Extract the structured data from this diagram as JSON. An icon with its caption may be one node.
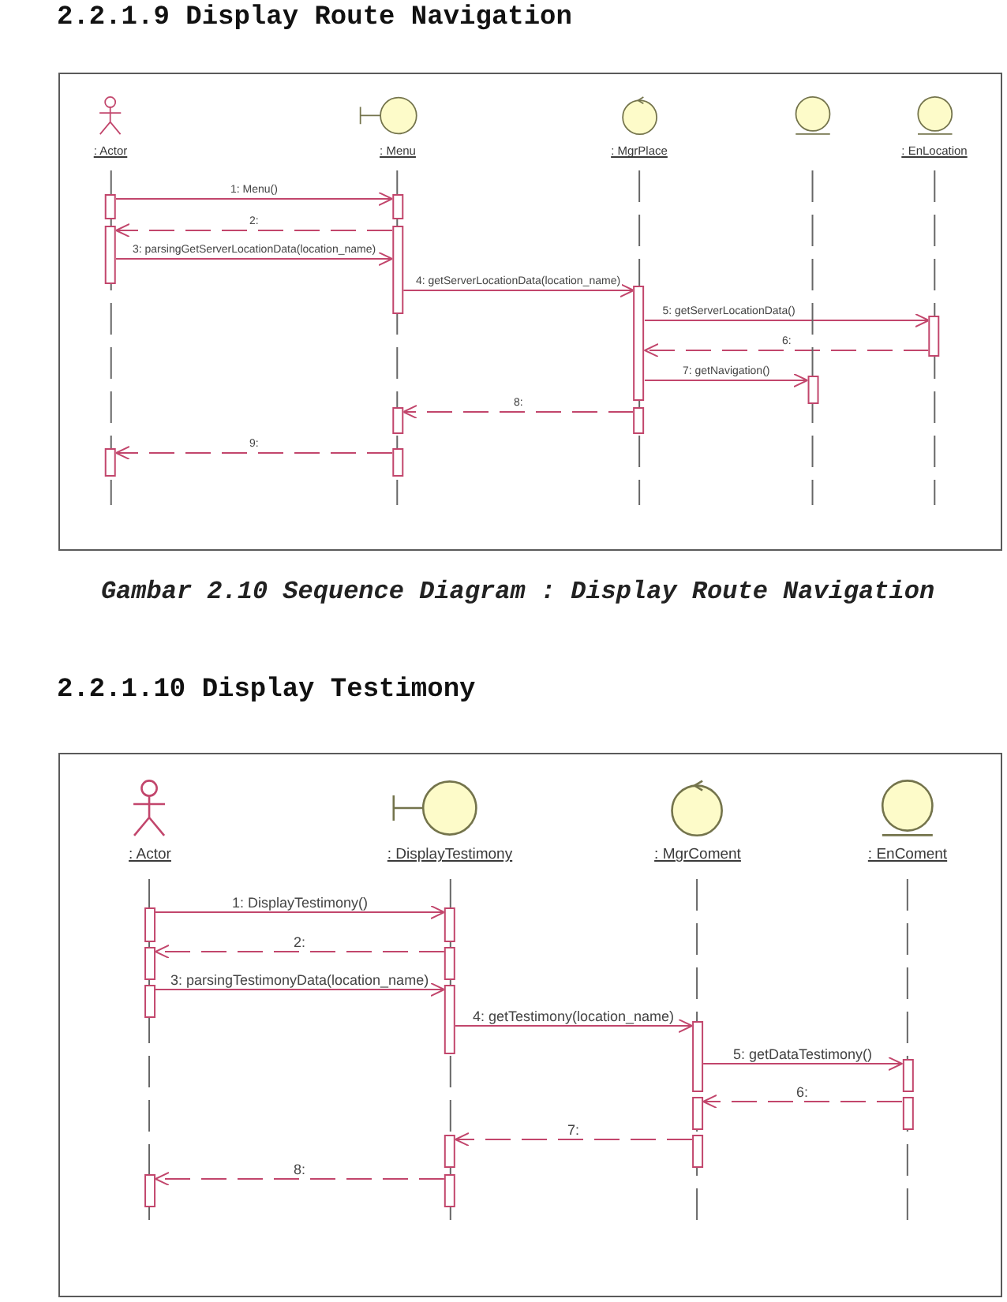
{
  "diagram": {
    "title": "2.2.1.9 Display Route Navigation",
    "caption": "Gambar 2.10 Sequence Diagram : Display Route Navigation",
    "nodes": [
      {
        "text": [
          ": Actor"
        ]
      },
      {
        "text": [],
        "shape": "bar",
        "in": 0
      },
      {
        "text": [],
        "shape": "bar",
        "in": 0
      },
      {
        "text": [],
        "shape": "bar",
        "in": 0
      },
      {
        "text": [
          ": Menu"
        ]
      },
      {
        "text": [],
        "shape": "bar",
        "in": 4
      },
      {
        "text": [],
        "shape": "bar",
        "in": 4
      },
      {
        "text": [],
        "shape": "bar",
        "in": 4
      },
      {
        "text": [],
        "shape": "bar",
        "in": 4
      },
      {
        "text": [
          ": MgrPlace"
        ]
      },
      {
        "text": [],
        "shape": "bar",
        "in": 9
      },
      {
        "text": [],
        "shape": "bar",
        "in": 9
      },
      {
        "text": [],
        "shape": "circle"
      },
      {
        "text": [],
        "shape": "bar",
        "in": 12
      },
      {
        "text": [
          ": EnLocation"
        ]
      },
      {
        "text": [],
        "shape": "bar",
        "in": 14
      },
      {
        "text": [
          ": Actor"
        ]
      },
      {
        "text": [],
        "shape": "bar",
        "in": 16
      },
      {
        "text": [],
        "shape": "bar",
        "in": 16
      },
      {
        "text": [],
        "shape": "bar",
        "in": 16
      },
      {
        "text": [],
        "shape": "bar",
        "in": 16
      },
      {
        "text": [
          ": DisplayTestimony"
        ]
      },
      {
        "text": [],
        "shape": "bar",
        "in": 21
      },
      {
        "text": [],
        "shape": "bar",
        "in": 21
      },
      {
        "text": [],
        "shape": "bar",
        "in": 21
      },
      {
        "text": [],
        "shape": "bar",
        "in": 21
      },
      {
        "text": [],
        "shape": "bar",
        "in": 21
      },
      {
        "text": [
          ": MgrComent"
        ]
      },
      {
        "text": [],
        "shape": "bar",
        "in": 27
      },
      {
        "text": [],
        "shape": "bar",
        "in": 27
      },
      {
        "text": [],
        "shape": "bar",
        "in": 27
      },
      {
        "text": [
          ": EnComent"
        ]
      },
      {
        "text": [],
        "shape": "bar",
        "in": 31
      },
      {
        "text": [],
        "shape": "bar",
        "in": 31
      }
    ],
    "edges": [
      {
        "from": 1,
        "to": 5,
        "arrow": "to",
        "label": "1: Menu()"
      },
      {
        "from": 6,
        "to": 2,
        "arrow": "to",
        "label": "2:",
        "style": "dashed"
      },
      {
        "from": 2,
        "to": 6,
        "arrow": "to",
        "label": "3: parsingGetServerLocationData(location_name)"
      },
      {
        "from": 6,
        "to": 10,
        "arrow": "to",
        "label": "4: getServerLocationData(location_name)"
      },
      {
        "from": 10,
        "to": 15,
        "arrow": "to",
        "label": "5: getServerLocationData()"
      },
      {
        "from": 15,
        "to": 10,
        "arrow": "to",
        "label": "6:",
        "style": "dashed"
      },
      {
        "from": 10,
        "to": 13,
        "arrow": "to",
        "label": "7: getNavigation()"
      },
      {
        "from": 11,
        "to": 7,
        "arrow": "to",
        "label": "8:",
        "style": "dashed"
      },
      {
        "from": 8,
        "to": 3,
        "arrow": "to",
        "label": "9:",
        "style": "dashed"
      },
      {
        "from": 17,
        "to": 22,
        "arrow": "to",
        "label": "1: DisplayTestimony()"
      },
      {
        "from": 23,
        "to": 18,
        "arrow": "to",
        "label": "2:",
        "style": "dashed"
      },
      {
        "from": 19,
        "to": 24,
        "arrow": "to",
        "label": "3: parsingTestimonyData(location_name)"
      },
      {
        "from": 24,
        "to": 28,
        "arrow": "to",
        "label": "4: getTestimony(location_name)"
      },
      {
        "from": 28,
        "to": 32,
        "arrow": "to",
        "label": "5: getDataTestimony()"
      },
      {
        "from": 33,
        "to": 29,
        "arrow": "to",
        "label": "6:",
        "style": "dashed"
      },
      {
        "from": 30,
        "to": 25,
        "arrow": "to",
        "label": "7:",
        "style": "dashed"
      },
      {
        "from": 26,
        "to": 20,
        "arrow": "to",
        "label": "8:",
        "style": "dashed"
      }
    ],
    "labels": [
      "2.2.1.10 Display Testimony"
    ]
  }
}
